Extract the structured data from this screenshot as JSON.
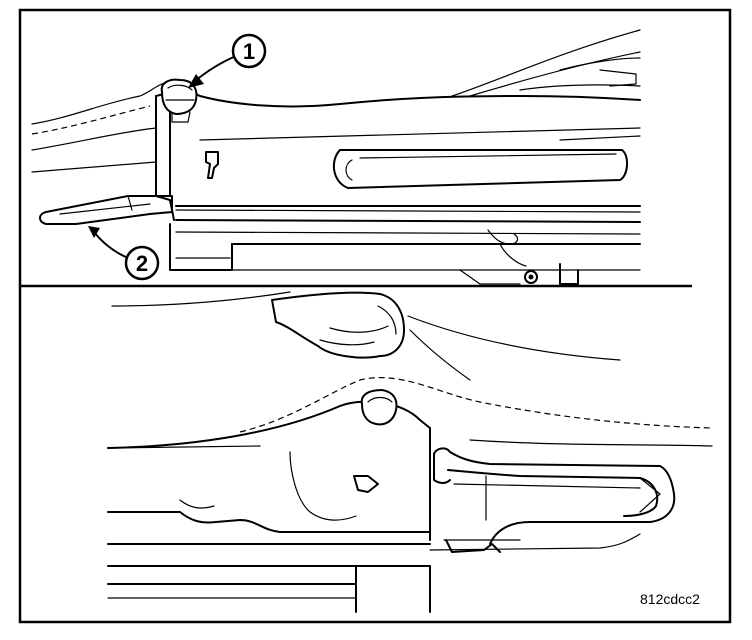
{
  "callouts": [
    {
      "label": "1"
    },
    {
      "label": "2"
    }
  ],
  "figure_code": "812cdcc2"
}
